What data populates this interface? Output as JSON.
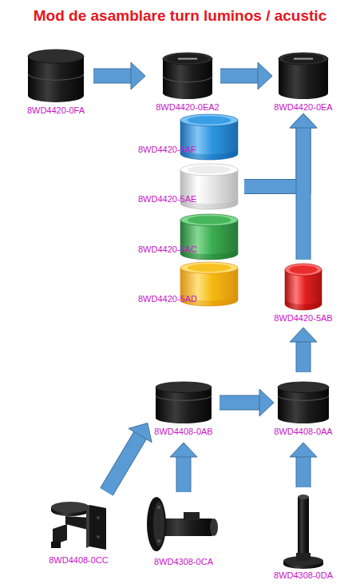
{
  "diagram": {
    "title": "Mod de asamblare turn luminos / acustic",
    "nodes": [
      {
        "text": [
          "8WD4420-0FA"
        ]
      },
      {
        "text": [
          "8WD4420-0EA2"
        ]
      },
      {
        "text": [
          "8WD4420-0EA"
        ]
      },
      {
        "text": [
          "8WD4420-5AF"
        ]
      },
      {
        "text": [
          "8WD4420-5AE"
        ]
      },
      {
        "text": [
          "8WD4420-5AC"
        ]
      },
      {
        "text": [
          "8WD4420-5AD"
        ]
      },
      {
        "text": [
          "8WD4420-5AB"
        ]
      },
      {
        "text": [
          "8WD4408-0AB"
        ]
      },
      {
        "text": [
          "8WD4408-0AA"
        ]
      },
      {
        "text": [
          "8WD4408-0CC"
        ]
      },
      {
        "text": [
          "8WD4308-0CA"
        ]
      },
      {
        "text": [
          "8WD4308-0DA"
        ]
      }
    ],
    "edges": [
      {
        "from": 0,
        "to": 1,
        "arrow": "to"
      },
      {
        "from": 1,
        "to": 2,
        "arrow": "to"
      },
      {
        "from": 4,
        "to": 2,
        "arrow": "to"
      },
      {
        "from": 7,
        "to": 2,
        "arrow": "to"
      },
      {
        "from": 8,
        "to": 9,
        "arrow": "to"
      },
      {
        "from": 9,
        "to": 7,
        "arrow": "to"
      },
      {
        "from": 10,
        "to": 8,
        "arrow": "to"
      },
      {
        "from": 11,
        "to": 8,
        "arrow": "to"
      },
      {
        "from": 12,
        "to": 9,
        "arrow": "to"
      }
    ]
  }
}
